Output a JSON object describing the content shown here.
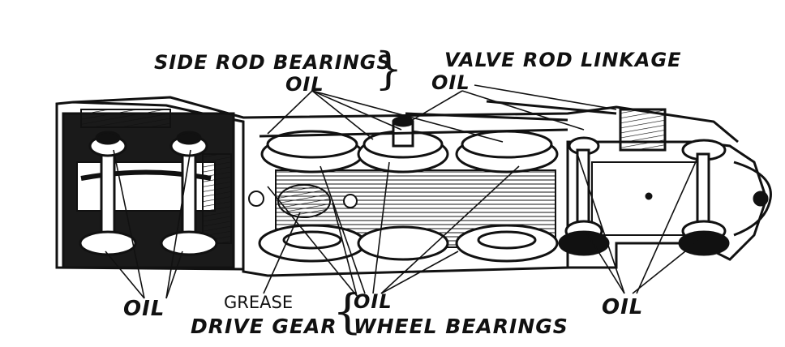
{
  "labels": {
    "side_rod_bearings": "SIDE ROD BEARINGS",
    "side_rod_oil": "OIL",
    "valve_rod_linkage": "VALVE ROD LINKAGE",
    "valve_rod_oil": "OIL",
    "oil_left": "OIL",
    "grease": "GREASE",
    "drive_gear": "DRIVE GEAR",
    "wheel_oil": "OIL",
    "wheel_bearings": "WHEEL BEARINGS",
    "oil_right": "OIL"
  },
  "colors": {
    "ink": "#111111",
    "paper": "#ffffff",
    "shade": "#2a2a2a"
  }
}
